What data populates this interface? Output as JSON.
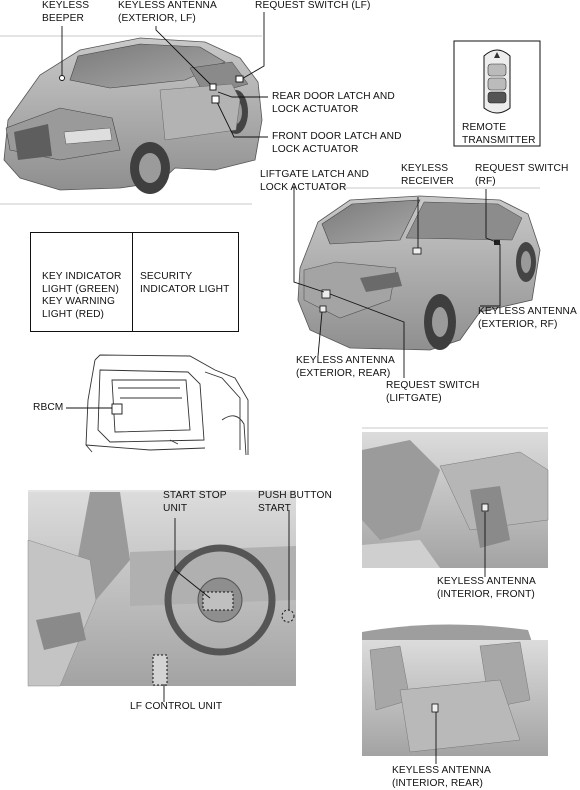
{
  "labels": {
    "keyless_beeper": [
      "KEYLESS",
      "BEEPER"
    ],
    "keyless_antenna_ext_lf": [
      "KEYLESS ANTENNA",
      "(EXTERIOR, LF)"
    ],
    "request_switch_lf": [
      "REQUEST SWITCH (LF)"
    ],
    "rear_door_latch": [
      "REAR DOOR LATCH AND",
      "LOCK ACTUATOR"
    ],
    "front_door_latch": [
      "FRONT DOOR LATCH AND",
      "LOCK ACTUATOR"
    ],
    "remote_transmitter": [
      "REMOTE",
      "TRANSMITTER"
    ],
    "liftgate_latch": [
      "LIFTGATE LATCH AND",
      "LOCK ACTUATOR"
    ],
    "keyless_receiver": [
      "KEYLESS",
      "RECEIVER"
    ],
    "request_switch_rf": [
      "REQUEST SWITCH",
      "(RF)"
    ],
    "keyless_antenna_ext_rf": [
      "KEYLESS ANTENNA",
      "(EXTERIOR, RF)"
    ],
    "keyless_antenna_ext_rear": [
      "KEYLESS ANTENNA",
      "(EXTERIOR, REAR)"
    ],
    "request_switch_liftgate": [
      "REQUEST SWITCH",
      "(LIFTGATE)"
    ],
    "rbcm": [
      "RBCM"
    ],
    "start_stop_unit": [
      "START STOP",
      "UNIT"
    ],
    "push_button_start": [
      "PUSH BUTTON",
      "START"
    ],
    "lf_control_unit": [
      "LF CONTROL UNIT"
    ],
    "keyless_antenna_int_front": [
      "KEYLESS ANTENNA",
      "(INTERIOR, FRONT)"
    ],
    "keyless_antenna_int_rear": [
      "KEYLESS ANTENNA",
      "(INTERIOR, REAR)"
    ]
  },
  "indicator_panel": {
    "key_indicator": [
      "KEY INDICATOR",
      "LIGHT (GREEN)",
      "KEY WARNING",
      "LIGHT (RED)"
    ],
    "security_indicator": [
      "SECURITY",
      "INDICATOR LIGHT"
    ],
    "icons": [
      "key-indicator-icon",
      "security-indicator-icon"
    ]
  },
  "colors": {
    "line": "#111111",
    "car_body": "#a8a8a8",
    "car_dark": "#6e6e6e",
    "interior": "#bdbdbd"
  }
}
